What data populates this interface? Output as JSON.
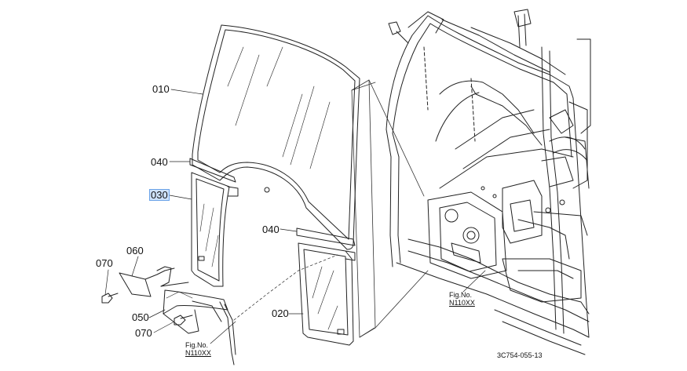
{
  "parts": [
    {
      "id": "010",
      "highlighted": false
    },
    {
      "id": "020",
      "highlighted": false
    },
    {
      "id": "030",
      "highlighted": true
    },
    {
      "id": "040",
      "highlighted": false
    },
    {
      "id": "040",
      "highlighted": false
    },
    {
      "id": "050",
      "highlighted": false
    },
    {
      "id": "060",
      "highlighted": false
    },
    {
      "id": "070",
      "highlighted": false
    },
    {
      "id": "070",
      "highlighted": false
    }
  ],
  "fig_refs": [
    {
      "caption": "Fig.No.",
      "number": "N110XX"
    },
    {
      "caption": "Fig.No.",
      "number": "N110XX"
    }
  ],
  "drawing_code": "3C754-055-13",
  "colors": {
    "line": "#222222",
    "highlight_fill": "#cfe3fb",
    "highlight_border": "#6aa2e8"
  }
}
